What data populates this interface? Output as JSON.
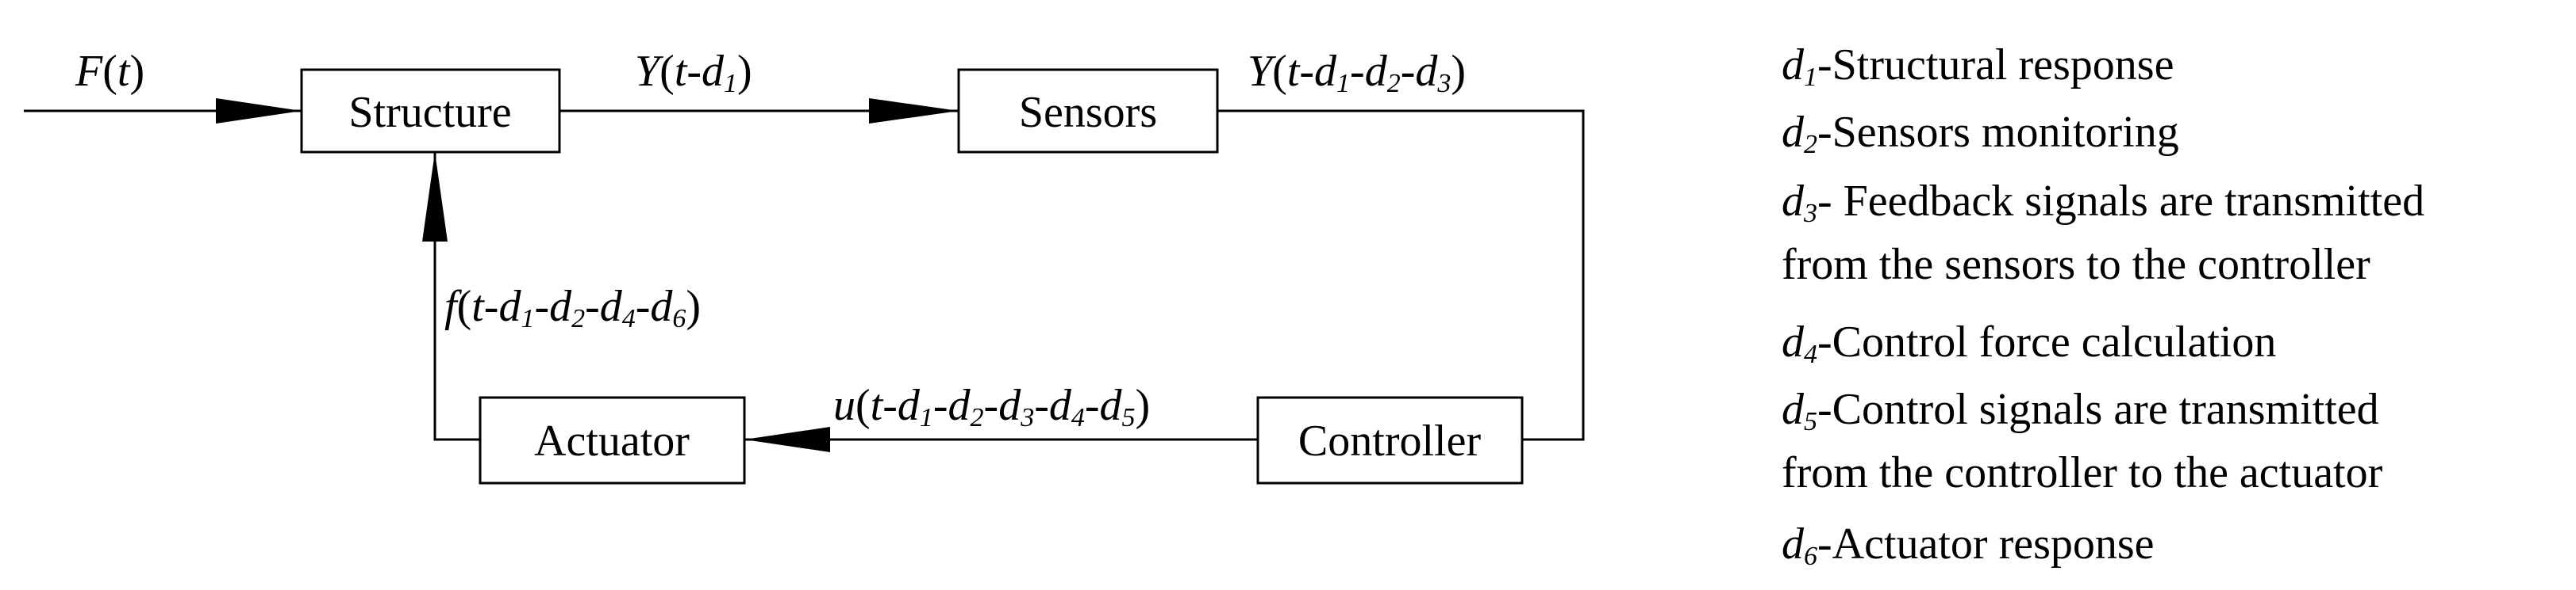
{
  "blocks": {
    "structure": "Structure",
    "sensors": "Sensors",
    "controller": "Controller",
    "actuator": "Actuator"
  },
  "signals": {
    "input": "F(t)",
    "structure_to_sensors": "Y(t-d1)",
    "sensors_out": "Y(t-d1-d2-d3)",
    "controller_to_actuator": "u(t-d1-d2-d3-d4-d5)",
    "actuator_to_structure": "f(t-d1-d2-d4-d6)"
  },
  "legend": {
    "d1": {
      "symbol": "d",
      "index": "1",
      "text": "-Structural response"
    },
    "d2": {
      "symbol": "d",
      "index": "2",
      "text": "-Sensors monitoring"
    },
    "d3": {
      "symbol": "d",
      "index": "3",
      "text": "- Feedback signals are transmitted",
      "text2": "from the sensors to the controller"
    },
    "d4": {
      "symbol": "d",
      "index": "4",
      "text": "-Control force calculation"
    },
    "d5": {
      "symbol": "d",
      "index": "5",
      "text": "-Control signals are transmitted",
      "text2": "from the controller to the actuator"
    },
    "d6": {
      "symbol": "d",
      "index": "6",
      "text": "-Actuator response"
    }
  }
}
